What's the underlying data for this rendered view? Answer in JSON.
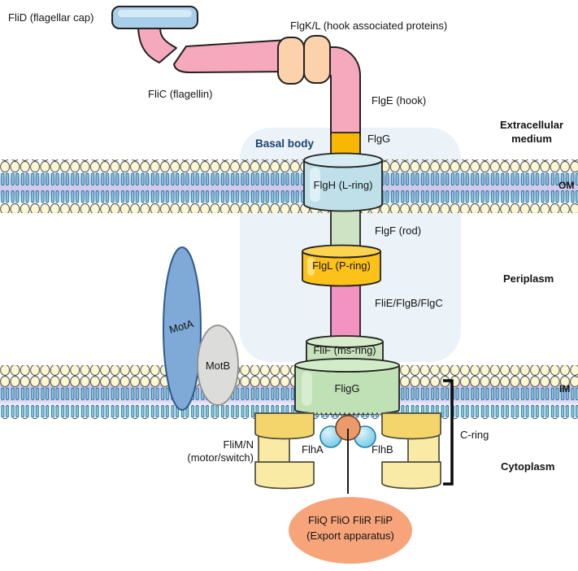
{
  "labels": {
    "flid": "FliD (flagellar cap)",
    "flgkl": "FlgK/L (hook associated proteins)",
    "flic": "FliC (flagellin)",
    "flge": "FlgE (hook)",
    "flgg": "FlgG",
    "extracellular_line1": "Extracellular",
    "extracellular_line2": "medium",
    "basal_body": "Basal body",
    "flgh": "FlgH (L-ring)",
    "om": "OM",
    "flgf": "FlgF (rod)",
    "flgl": "FlgL (P-ring)",
    "periplasm": "Periplasm",
    "flie": "FliE/FlgB/FlgC",
    "flif": "FliF (ms-ring)",
    "fligg": "FligG",
    "mota": "MotA",
    "motb": "MotB",
    "im": "IM",
    "cring": "C-ring",
    "flimn_line1": "FliM/N",
    "flimn_line2": "(motor/switch)",
    "flha": "FlhA",
    "flhb": "FlhB",
    "cytoplasm": "Cytoplasm",
    "export_line1": "FliQ FliO FliR FliP",
    "export_line2": "(Export apparatus)"
  },
  "colors": {
    "basal_body_bg": "#e9f2f7",
    "membrane_head": "#fbf7d3",
    "membrane_tail": "#8ec7de",
    "membrane_band": "#cfc6ea",
    "filament_pink": "#f6a8bc",
    "rod_pink": "#f293c2",
    "cap_blue": "#a9cee9",
    "hook_protein_peach": "#fbd2ab",
    "flgg_orange": "#f9b602",
    "lring_blue": "#bfdfe9",
    "lring_rim": "#d8edf2",
    "pring_yellow": "#fcc21a",
    "pring_rim": "#fdd44f",
    "rod_green": "#cde3c3",
    "msring_green": "#c8e3bc",
    "msring_rim": "#d6ecca",
    "fligg_green": "#c0e0b5",
    "fligg_rim": "#d3ecc8",
    "mota_blue": "#7fa9d6",
    "motb_gray": "#dcdcda",
    "cring_yellow": "#f3d56b",
    "cring_yellow_light": "#f9eba6",
    "flha_orange": "#ec9a6c",
    "flhb_blue": "#7ed0ec",
    "export_orange": "#f7a47b"
  }
}
